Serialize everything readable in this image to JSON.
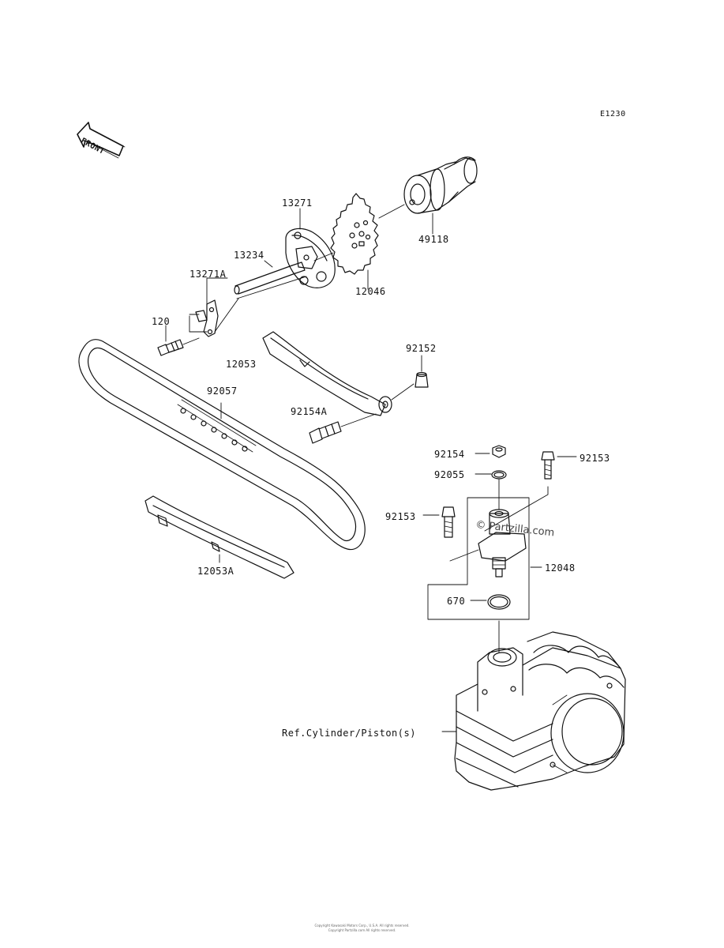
{
  "diagram": {
    "code": "E1230",
    "front_label": "FRONT",
    "watermark": "© Partzilla.com",
    "copyright_lines": [
      "Copyright Kawasaki Motors Corp., U.S.A. All rights reserved.",
      "Copyright Partzilla.com All rights reserved."
    ],
    "labels": {
      "p13271": "13271",
      "p13234": "13234",
      "p13271A": "13271A",
      "p120": "120",
      "p12046": "12046",
      "p49118": "49118",
      "p92152": "92152",
      "p12053": "12053",
      "p92057": "92057",
      "p92154A": "92154A",
      "p92154": "92154",
      "p92153a": "92153",
      "p92055": "92055",
      "p92153b": "92153",
      "p12048": "12048",
      "p670": "670",
      "p12053A": "12053A",
      "ref_cylinder": "Ref.Cylinder/Piston(s)"
    }
  }
}
